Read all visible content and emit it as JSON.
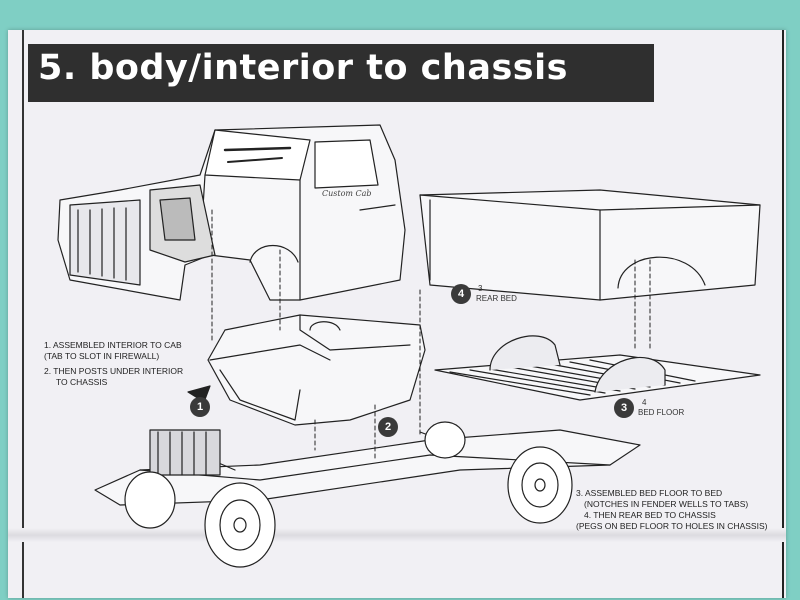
{
  "page": {
    "title": "5. body/interior to chassis"
  },
  "instructions": {
    "step1_line1": "1. Assembled interior to cab",
    "step1_line2": "(Tab to slot in firewall)",
    "step2_line1": "2. Then posts under interior",
    "step2_line2": "to chassis",
    "step3_line1": "3. Assembled bed floor to bed",
    "step3_line2": "(notches in fender wells to tabs)",
    "step4_line1": "4. Then rear bed to chassis",
    "step4_line2": "(pegs on bed floor to holes in chassis)"
  },
  "callouts": {
    "interior_number": "1",
    "chassis_number": "2",
    "bed_floor_number": "3",
    "rear_bed_number": "4"
  },
  "parts": {
    "rear_bed_qty": "3",
    "rear_bed_name": "Rear bed",
    "bed_floor_qty": "4",
    "bed_floor_name": "Bed floor"
  },
  "cab_script": "Custom Cab",
  "colors": {
    "background": "#7fcfc4",
    "paper": "#f1f0f4",
    "title_bar": "#2f2f2f",
    "ink": "#222222"
  }
}
